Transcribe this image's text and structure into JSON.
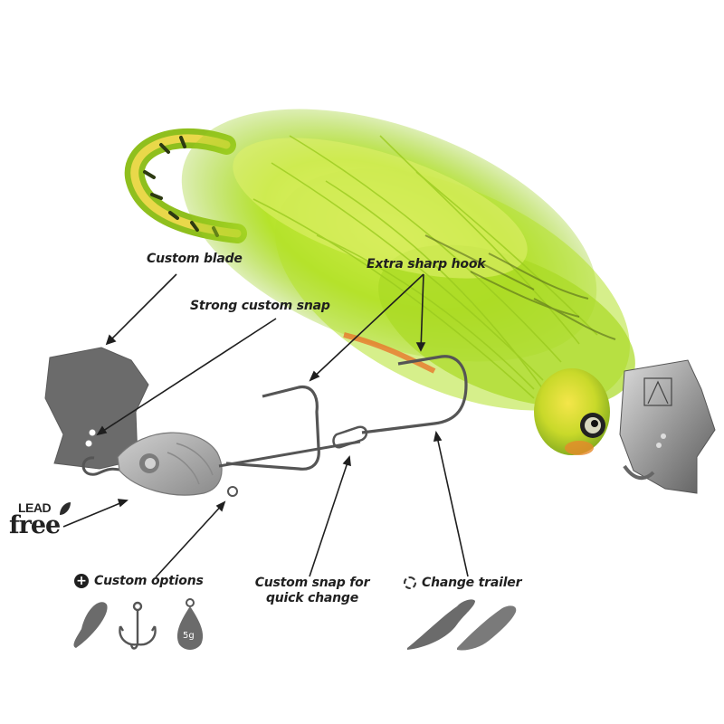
{
  "labels": {
    "custom_blade": "Custom blade",
    "strong_snap": "Strong custom snap",
    "extra_sharp_hook": "Extra sharp hook",
    "lead_free_top": "LEAD",
    "lead_free_bottom": "free",
    "custom_options": "Custom options",
    "custom_snap_line1": "Custom snap for",
    "custom_snap_line2": "quick change",
    "change_trailer": "Change trailer",
    "weight_tag": "5g"
  },
  "icons": [
    "plus-icon",
    "refresh-icon",
    "leaf-icon",
    "spoon-blade-icon",
    "treble-hook-icon",
    "weight-icon",
    "trailer-icon"
  ],
  "colors": {
    "lure_green": "#b7e52a",
    "lure_yellow": "#dff06a",
    "diagram_gray": "#6e6e6e",
    "text_dark": "#1f1f1f"
  }
}
